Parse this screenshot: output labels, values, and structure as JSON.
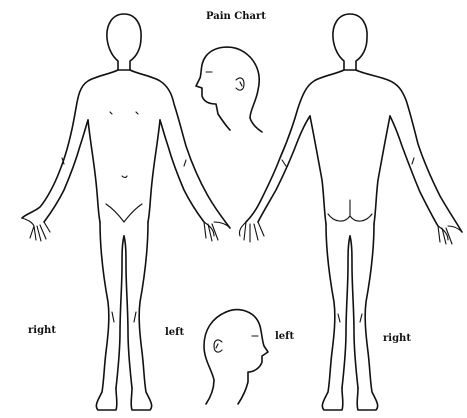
{
  "title": "Pain Chart",
  "labels": {
    "front_right": "right",
    "front_left": "left",
    "back_left": "left",
    "back_right": "right"
  },
  "figures": {
    "front_body": "front-body-figure",
    "back_body": "back-body-figure",
    "head_profile_right": "head-profile-right-figure",
    "head_profile_left": "head-profile-left-figure"
  },
  "colors": {
    "line": "#111111",
    "background": "#ffffff"
  }
}
